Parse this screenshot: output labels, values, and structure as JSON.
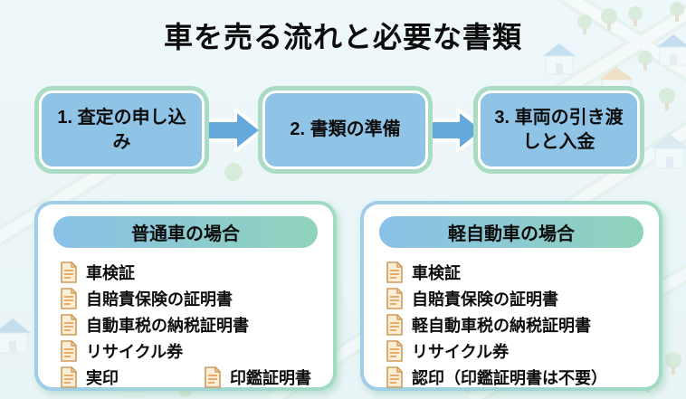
{
  "page": {
    "title": "車を売る流れと必要な書類"
  },
  "steps": [
    {
      "label": "1. 査定の申し込み"
    },
    {
      "label": "2. 書類の準備"
    },
    {
      "label": "3. 車両の引き渡しと入金"
    }
  ],
  "flow": {
    "arrow_icon": "arrow-right-icon"
  },
  "panels": [
    {
      "header": "普通車の場合",
      "items": [
        {
          "icon": "document-icon",
          "label": "車検証"
        },
        {
          "icon": "document-icon",
          "label": "自賠責保険の証明書"
        },
        {
          "icon": "document-icon",
          "label": "自動車税の納税証明書"
        },
        {
          "icon": "document-icon",
          "label": "リサイクル券"
        },
        {
          "icon": "document-icon",
          "label": "実印"
        },
        {
          "icon": "document-icon",
          "label": "印鑑証明書"
        }
      ]
    },
    {
      "header": "軽自動車の場合",
      "items": [
        {
          "icon": "document-icon",
          "label": "車検証"
        },
        {
          "icon": "document-icon",
          "label": "自賠責保険の証明書"
        },
        {
          "icon": "document-icon",
          "label": "軽自動車税の納税証明書"
        },
        {
          "icon": "document-icon",
          "label": "リサイクル券"
        },
        {
          "icon": "document-icon",
          "label": "認印（印鑑証明書は不要）"
        }
      ]
    }
  ],
  "colors": {
    "background": "#eef7f9",
    "step_box_fill": "#90c4e6",
    "step_box_outer_border": "#a9dcc3",
    "step_box_inner_border": "#ffffff",
    "arrow_fill": "#65a9dc",
    "pill_gradient_left": "#89c1e8",
    "pill_gradient_right": "#8fd3ba",
    "panel_border_left": "#a0cceb",
    "panel_border_right": "#9fdcc2",
    "panel_background": "#ffffff",
    "document_icon_fill": "#fbeed6",
    "document_icon_stroke": "#d19a58",
    "text": "#0d0d0d"
  }
}
